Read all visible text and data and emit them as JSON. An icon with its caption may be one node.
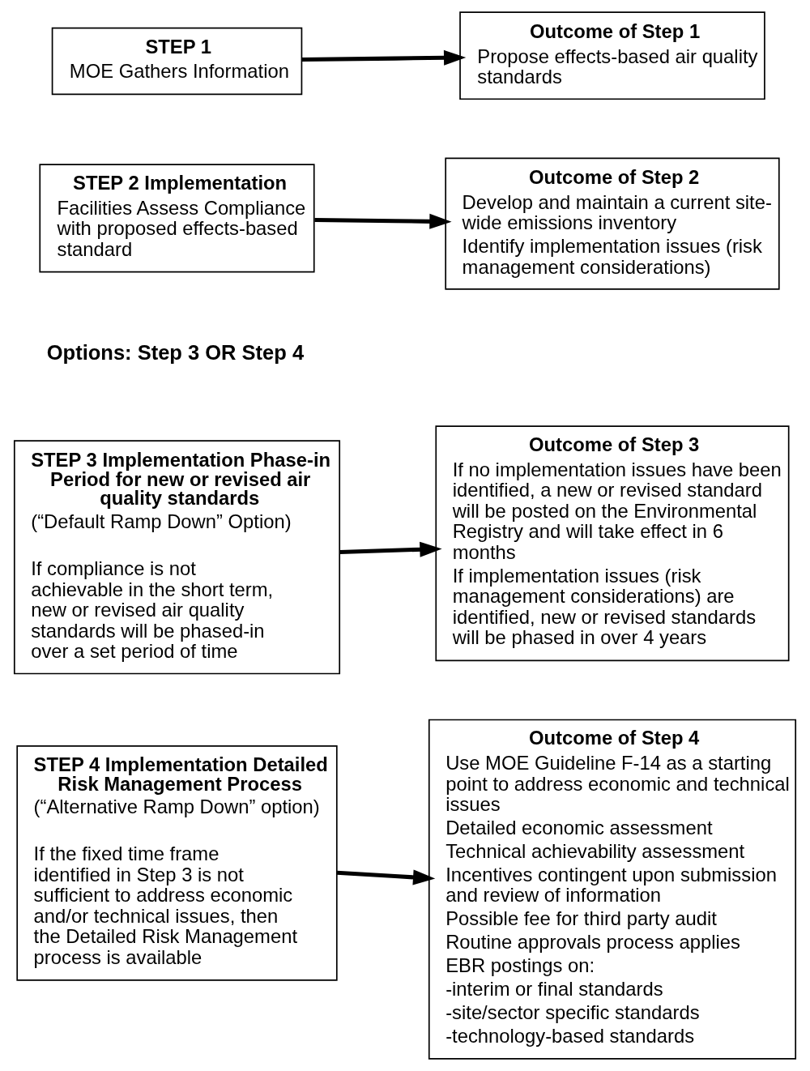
{
  "diagram": {
    "nodes": [
      {
        "text": [
          "STEP 1",
          "MOE Gathers Information"
        ]
      },
      {
        "text": [
          "Outcome of Step 1",
          "Propose effects-based air quality standards"
        ]
      },
      {
        "text": [
          "STEP 2 Implementation",
          "Facilities Assess Compliance with proposed effects-based standard"
        ]
      },
      {
        "text": [
          "Outcome of Step 2",
          "Develop and maintain a current site-wide emissions inventory",
          "Identify implementation issues (risk management considerations)"
        ]
      },
      {
        "text": [
          "STEP 3 Implementation Phase-in Period for new or revised air quality standards",
          "(“Default Ramp Down” Option)",
          "If compliance is not achievable in the short term, new or revised air quality standards will be phased-in over a set period of time"
        ]
      },
      {
        "text": [
          "Outcome of Step 3",
          "If no implementation issues have been identified, a new or revised standard will be posted on the Environmental Registry and will take effect in 6 months",
          "If implementation issues (risk management considerations) are identified, new or revised standards will be phased in over 4 years"
        ]
      },
      {
        "text": [
          "STEP 4 Implementation Detailed Risk Management Process",
          "(“Alternative Ramp Down” option)",
          "If the fixed time frame identified in Step 3 is not sufficient to address economic and/or technical issues, then the Detailed Risk Management process is available"
        ]
      },
      {
        "text": [
          "Outcome of Step 4",
          "Use MOE Guideline F-14 as a starting point to address economic and technical issues",
          "Detailed economic assessment",
          "Technical achievability assessment",
          "Incentives contingent upon submission and review of information",
          "Possible fee for third party audit",
          "Routine approvals process applies",
          "EBR postings on:",
          "-interim or final standards",
          "-site/sector specific standards",
          "-technology-based standards"
        ]
      }
    ],
    "edges": [
      {
        "from": 0,
        "to": 1,
        "arrow": "to"
      },
      {
        "from": 2,
        "to": 3,
        "arrow": "to"
      },
      {
        "from": 4,
        "to": 5,
        "arrow": "to"
      },
      {
        "from": 6,
        "to": 7,
        "arrow": "to"
      }
    ],
    "labels": [
      "Options: Step 3 OR Step 4"
    ]
  }
}
